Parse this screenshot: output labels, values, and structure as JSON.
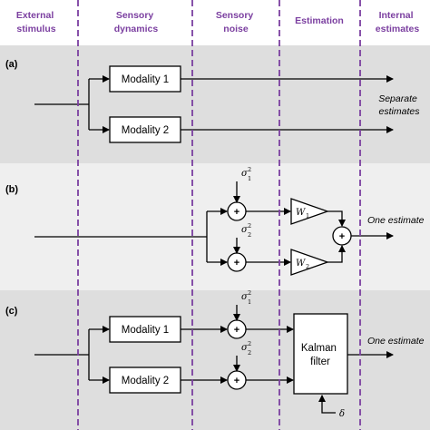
{
  "headers": {
    "external_stimulus": [
      "External",
      "stimulus"
    ],
    "sensory_dynamics": [
      "Sensory",
      "dynamics"
    ],
    "sensory_noise": [
      "Sensory",
      "noise"
    ],
    "estimation": [
      "Estimation"
    ],
    "internal_estimates": [
      "Internal",
      "estimates"
    ]
  },
  "panel_a": {
    "label": "(a)",
    "modality_1": "Modality 1",
    "modality_2": "Modality 2",
    "output": [
      "Separate",
      "estimates"
    ]
  },
  "panel_b": {
    "label": "(b)",
    "sigma": "σ",
    "sigma1_sub": "1",
    "sigma2_sub": "2",
    "sup": "2",
    "weight": "W",
    "w1_sub": "1",
    "w2_sub": "2",
    "plus": "+",
    "output": "One estimate"
  },
  "panel_c": {
    "label": "(c)",
    "modality_1": "Modality 1",
    "modality_2": "Modality 2",
    "sigma": "σ",
    "sigma1_sub": "1",
    "sigma2_sub": "2",
    "sup": "2",
    "plus": "+",
    "kalman": [
      "Kalman",
      "filter"
    ],
    "delta": "δ",
    "output": "One estimate"
  },
  "colors": {
    "divider": "#7b3fa0",
    "header_text": "#7b3fa0",
    "band_a": "#dedede",
    "band_b": "#efefef",
    "band_c": "#dedede"
  }
}
